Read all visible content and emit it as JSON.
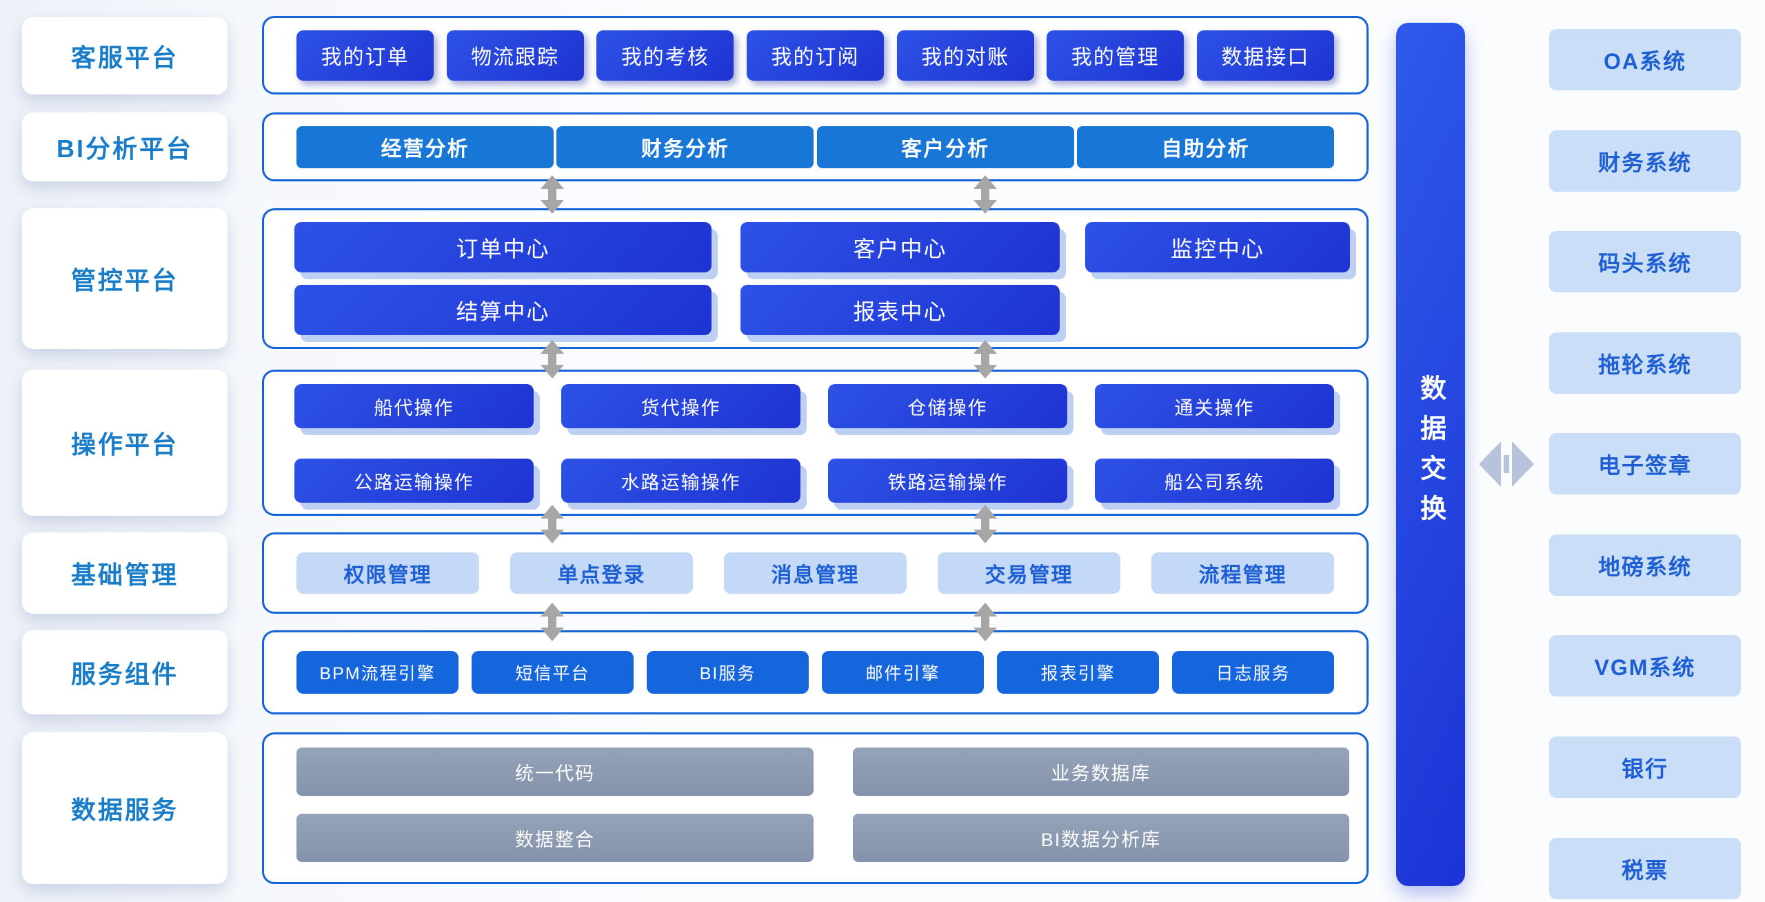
{
  "left_labels": [
    "客服平台",
    "BI分析平台",
    "管控平台",
    "操作平台",
    "基础管理",
    "服务组件",
    "数据服务"
  ],
  "rows": {
    "customer_service": {
      "items": [
        "我的订单",
        "物流跟踪",
        "我的考核",
        "我的订阅",
        "我的对账",
        "我的管理",
        "数据接口"
      ]
    },
    "bi_analysis": {
      "items": [
        "经营分析",
        "财务分析",
        "客户分析",
        "自助分析"
      ]
    },
    "control": {
      "row1": [
        "订单中心",
        "客户中心",
        "监控中心"
      ],
      "row2": [
        "结算中心",
        "报表中心"
      ]
    },
    "operation": {
      "row1": [
        "船代操作",
        "货代操作",
        "仓储操作",
        "通关操作"
      ],
      "row2": [
        "公路运输操作",
        "水路运输操作",
        "铁路运输操作",
        "船公司系统"
      ]
    },
    "base_management": {
      "items": [
        "权限管理",
        "单点登录",
        "消息管理",
        "交易管理",
        "流程管理"
      ]
    },
    "service_components": {
      "items": [
        "BPM流程引擎",
        "短信平台",
        "BI服务",
        "邮件引擎",
        "报表引擎",
        "日志服务"
      ]
    },
    "data_service": {
      "col1": [
        "统一代码",
        "数据整合"
      ],
      "col2": [
        "业务数据库",
        "BI数据分析库"
      ]
    }
  },
  "exchange_bar": {
    "label": "数据交换"
  },
  "external_systems": [
    "OA系统",
    "财务系统",
    "码头系统",
    "拖轮系统",
    "电子签章",
    "地磅系统",
    "VGM系统",
    "银行",
    "税票"
  ],
  "colors": {
    "dark_button_gradient_start": "#2d52e6",
    "dark_button_gradient_end": "#1e33d2",
    "medium_blue_button": "#1877d6",
    "service_blue_button": "#1565dd",
    "light_blue_button_bg": "#c3d9f7",
    "external_item_bg": "#cadef8",
    "blue_text": "#1d5fd3",
    "side_label_text": "#187cc9",
    "gray_button": "#8c9ab1",
    "container_border": "#1464d8",
    "row_arrow_gray": "#a6a6a6",
    "exchange_arrow_blue_gray": "#b7c3da"
  }
}
